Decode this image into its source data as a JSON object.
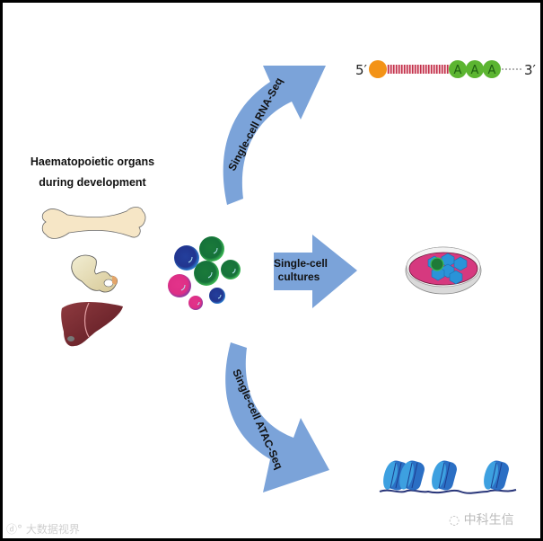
{
  "title": {
    "line1": "Haematopoietic organs",
    "line2": "during development"
  },
  "organs": [
    "bone-femur",
    "pelvis",
    "liver"
  ],
  "arrows": {
    "top": "Single-cell RNA-Seq",
    "middle_line1": "Single-cell",
    "middle_line2": "cultures",
    "bottom": "Single-cell ATAC-Seq"
  },
  "mrna": {
    "five_prime": "5′",
    "three_prime": "3′",
    "polyA": [
      "A",
      "A",
      "A"
    ]
  },
  "colors": {
    "arrow": "#7ba3d9",
    "cap": "#f39317",
    "polyA": "#5cb531",
    "stripe": "#c2304a",
    "dish_medium": "#d6397f",
    "cell_blue": "#2a93d8",
    "nucleosome": "#2b6fc4",
    "dna": "#283579"
  },
  "watermarks": {
    "left": "大数据视界",
    "right": "中科生信"
  }
}
